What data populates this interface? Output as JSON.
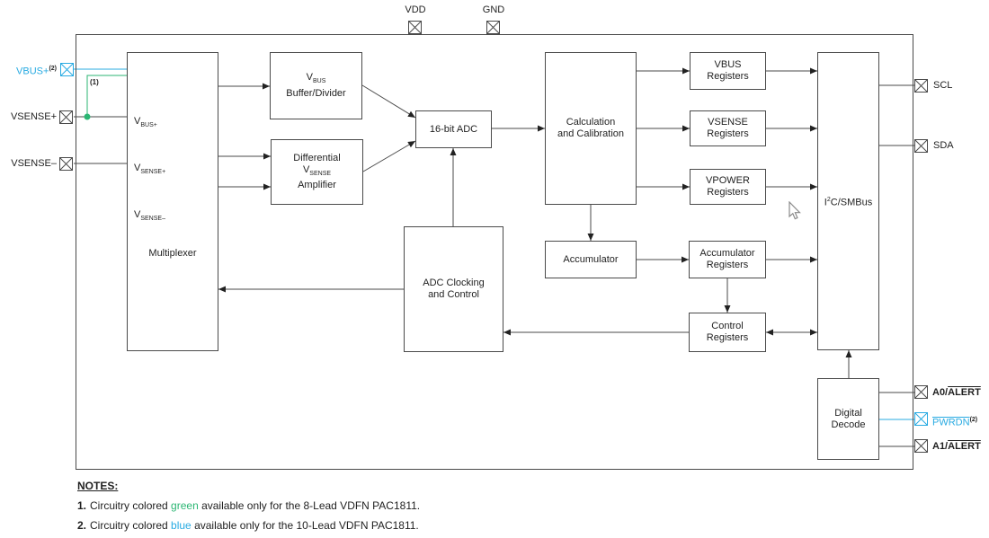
{
  "colors": {
    "blue": "#29ABE2",
    "green": "#2BB673",
    "wire": "#4a4a4a",
    "text": "#1f1f1f"
  },
  "pins": {
    "vdd": "VDD",
    "gnd": "GND",
    "vbus_plus": {
      "label": "VBUS+",
      "sup": "(2)"
    },
    "vsense_plus": "VSENSE+",
    "vsense_minus": "VSENSE–",
    "scl": "SCL",
    "sda": "SDA",
    "a0": {
      "prefix": "A0/",
      "overline": "ALERT"
    },
    "pwrdn": {
      "overline": "PWRDN",
      "sup": "(2)"
    },
    "a1": {
      "prefix": "A1/",
      "overline": "ALERT"
    }
  },
  "blocks": {
    "multiplexer": {
      "label": "Multiplexer",
      "in_vbus": {
        "base": "V",
        "sub": "BUS+"
      },
      "in_vsense_p": {
        "base": "V",
        "sub": "SENSE+"
      },
      "in_vsense_m": {
        "base": "V",
        "sub": "SENSE–"
      }
    },
    "vbus_buffer": {
      "l1_base": "V",
      "l1_sub": "BUS",
      "l2": "Buffer/Divider"
    },
    "diff_amp": {
      "l1": "Differential",
      "l2_base": "V",
      "l2_sub": "SENSE",
      "l3": "Amplifier"
    },
    "adc": {
      "label": "16-bit ADC"
    },
    "calc": {
      "l1": "Calculation",
      "l2": "and Calibration"
    },
    "adc_clk": {
      "l1": "ADC Clocking",
      "l2": "and Control"
    },
    "accumulator": {
      "label": "Accumulator"
    },
    "vbus_reg": {
      "l1": "VBUS",
      "l2": "Registers"
    },
    "vsense_reg": {
      "l1": "VSENSE",
      "l2": "Registers"
    },
    "vpower_reg": {
      "l1": "VPOWER",
      "l2": "Registers"
    },
    "acc_reg": {
      "l1": "Accumulator",
      "l2": "Registers"
    },
    "ctrl_reg": {
      "l1": "Control",
      "l2": "Registers"
    },
    "i2c": {
      "base": "I",
      "sup": "2",
      "rest": "C/SMBus"
    },
    "digital_decode": {
      "l1": "Digital",
      "l2": "Decode"
    }
  },
  "callouts": {
    "note_ref_1": "(1)"
  },
  "notes": {
    "heading": "NOTES:",
    "items": [
      {
        "num": "1.",
        "before": "Circuitry colored ",
        "word": "green",
        "after": " available only for the 8-Lead VDFN PAC1811."
      },
      {
        "num": "2.",
        "before": "Circuitry colored ",
        "word": "blue",
        "after": " available only for the 10-Lead VDFN PAC1811."
      }
    ]
  }
}
